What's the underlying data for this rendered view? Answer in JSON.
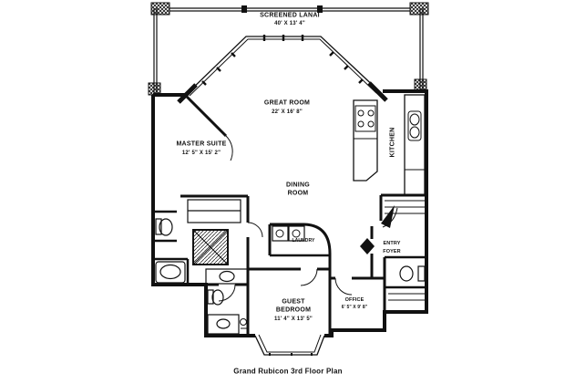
{
  "caption": "Grand Rubicon 3rd Floor Plan",
  "rooms": {
    "lanai": {
      "name": "SCREENED LANAI",
      "dims": "40' X 13' 4\""
    },
    "great": {
      "name": "GREAT ROOM",
      "dims": "22' X 16' 8\""
    },
    "master": {
      "name": "MASTER SUITE",
      "dims": "12' 5\" X 15' 2\""
    },
    "kitchen": {
      "name": "KITCHEN"
    },
    "dining": {
      "line1": "DINING",
      "line2": "ROOM"
    },
    "laundry": {
      "name": "LAUNDRY"
    },
    "entry": {
      "line1": "ENTRY",
      "line2": "FOYER"
    },
    "guest": {
      "line1": "GUEST",
      "line2": "BEDROOM",
      "dims": "11' 4\" X 13' 5\""
    },
    "office": {
      "name": "OFFICE",
      "dims": "6' 5\" X 9' 8\""
    }
  }
}
